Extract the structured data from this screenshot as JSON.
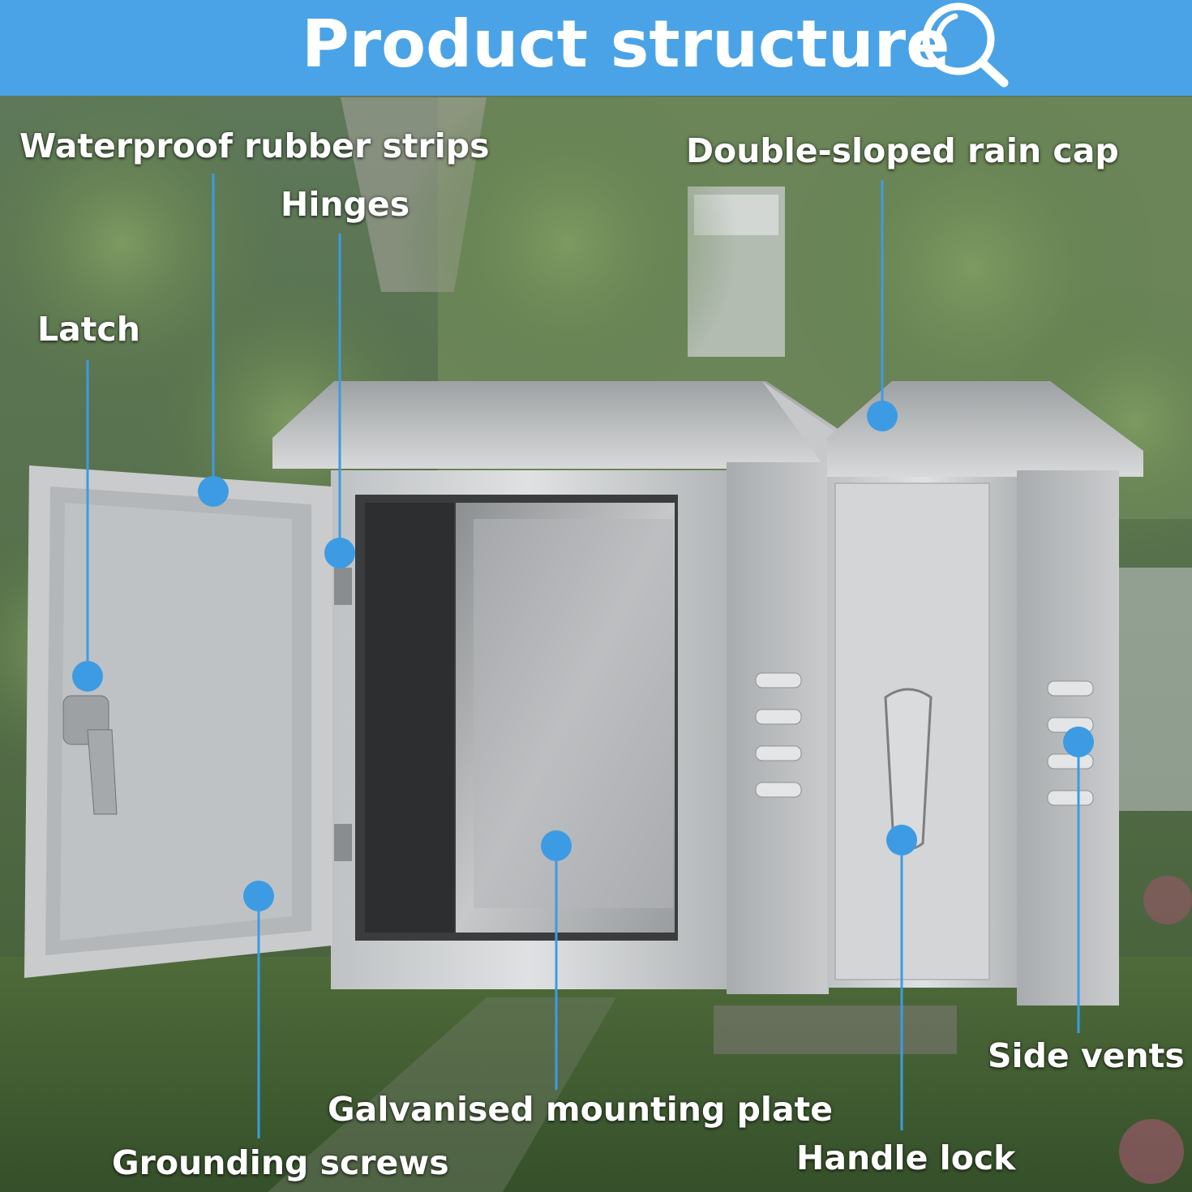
{
  "header": {
    "title": "Product structure",
    "background_color": "#4aa3e6",
    "icon": "magnifier-icon"
  },
  "callouts": {
    "waterproof_strips": "Waterproof rubber strips",
    "hinges": "Hinges",
    "latch": "Latch",
    "rain_cap": "Double-sloped rain cap",
    "side_vents": "Side vents",
    "mounting_plate": "Galvanised mounting plate",
    "grounding_screws": "Grounding screws",
    "handle_lock": "Handle lock"
  },
  "colors": {
    "accent": "#4aa3e6",
    "marker": "#3d9be3",
    "label_text": "#ffffff"
  }
}
